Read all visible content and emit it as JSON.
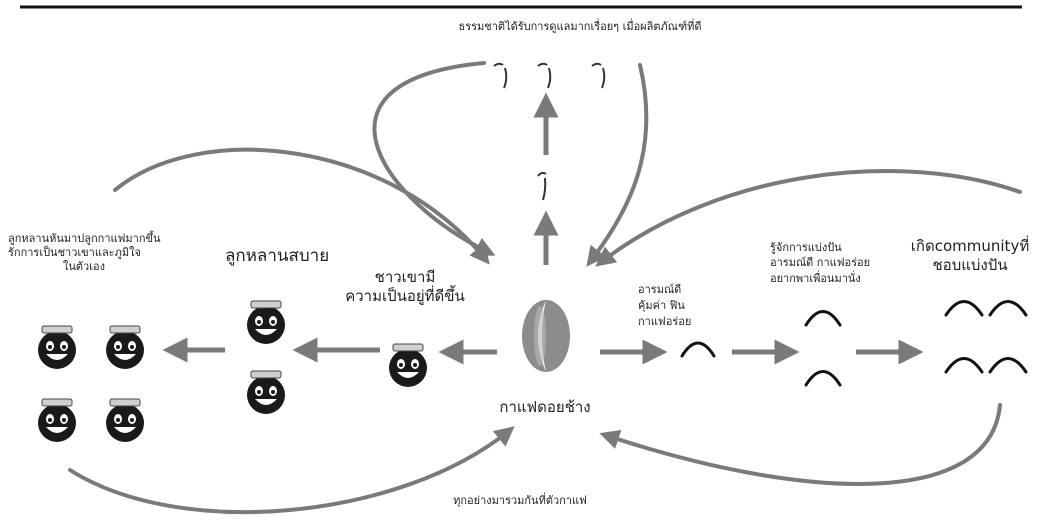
{
  "labels": {
    "top_caption": "ธรรมชาติได้รับการดูแลมากเรื่อยๆ เมื่อผลิตภัณฑ์ที่ดี",
    "bottom_caption": "ทุกอย่างมารวมกันที่ตัวกาแฟ",
    "center": "กาแฟดอยช้าง",
    "farmers": [
      "ชาวเขามี",
      "ความเป็นอยู่ที่ดีขึ้น"
    ],
    "grandchildren_comfortable": "ลูกหลานสบาย",
    "grandchildren_return": [
      "ลูกหลานหันมาปลูกกาแฟมากขึ้น",
      "รักการเป็นชาวเขาและภูมิใจ",
      "ในตัวเอง"
    ],
    "emotion_value": [
      "อารมณ์ดี",
      "คุ้มค่า ฟิน",
      "กาแฟอร่อย"
    ],
    "learn_sharing": [
      "รู้จักการแบ่งปัน",
      "อารมณ์ดี กาแฟอร่อย",
      "อยากพาเพื่อนมานั่ง"
    ],
    "community": [
      "เกิดcommunityที่",
      "ชอบแบ่งปัน"
    ]
  },
  "colors": {
    "arrow": "#7a7a7a",
    "face": "#1a1a1a",
    "line": "#111111"
  }
}
